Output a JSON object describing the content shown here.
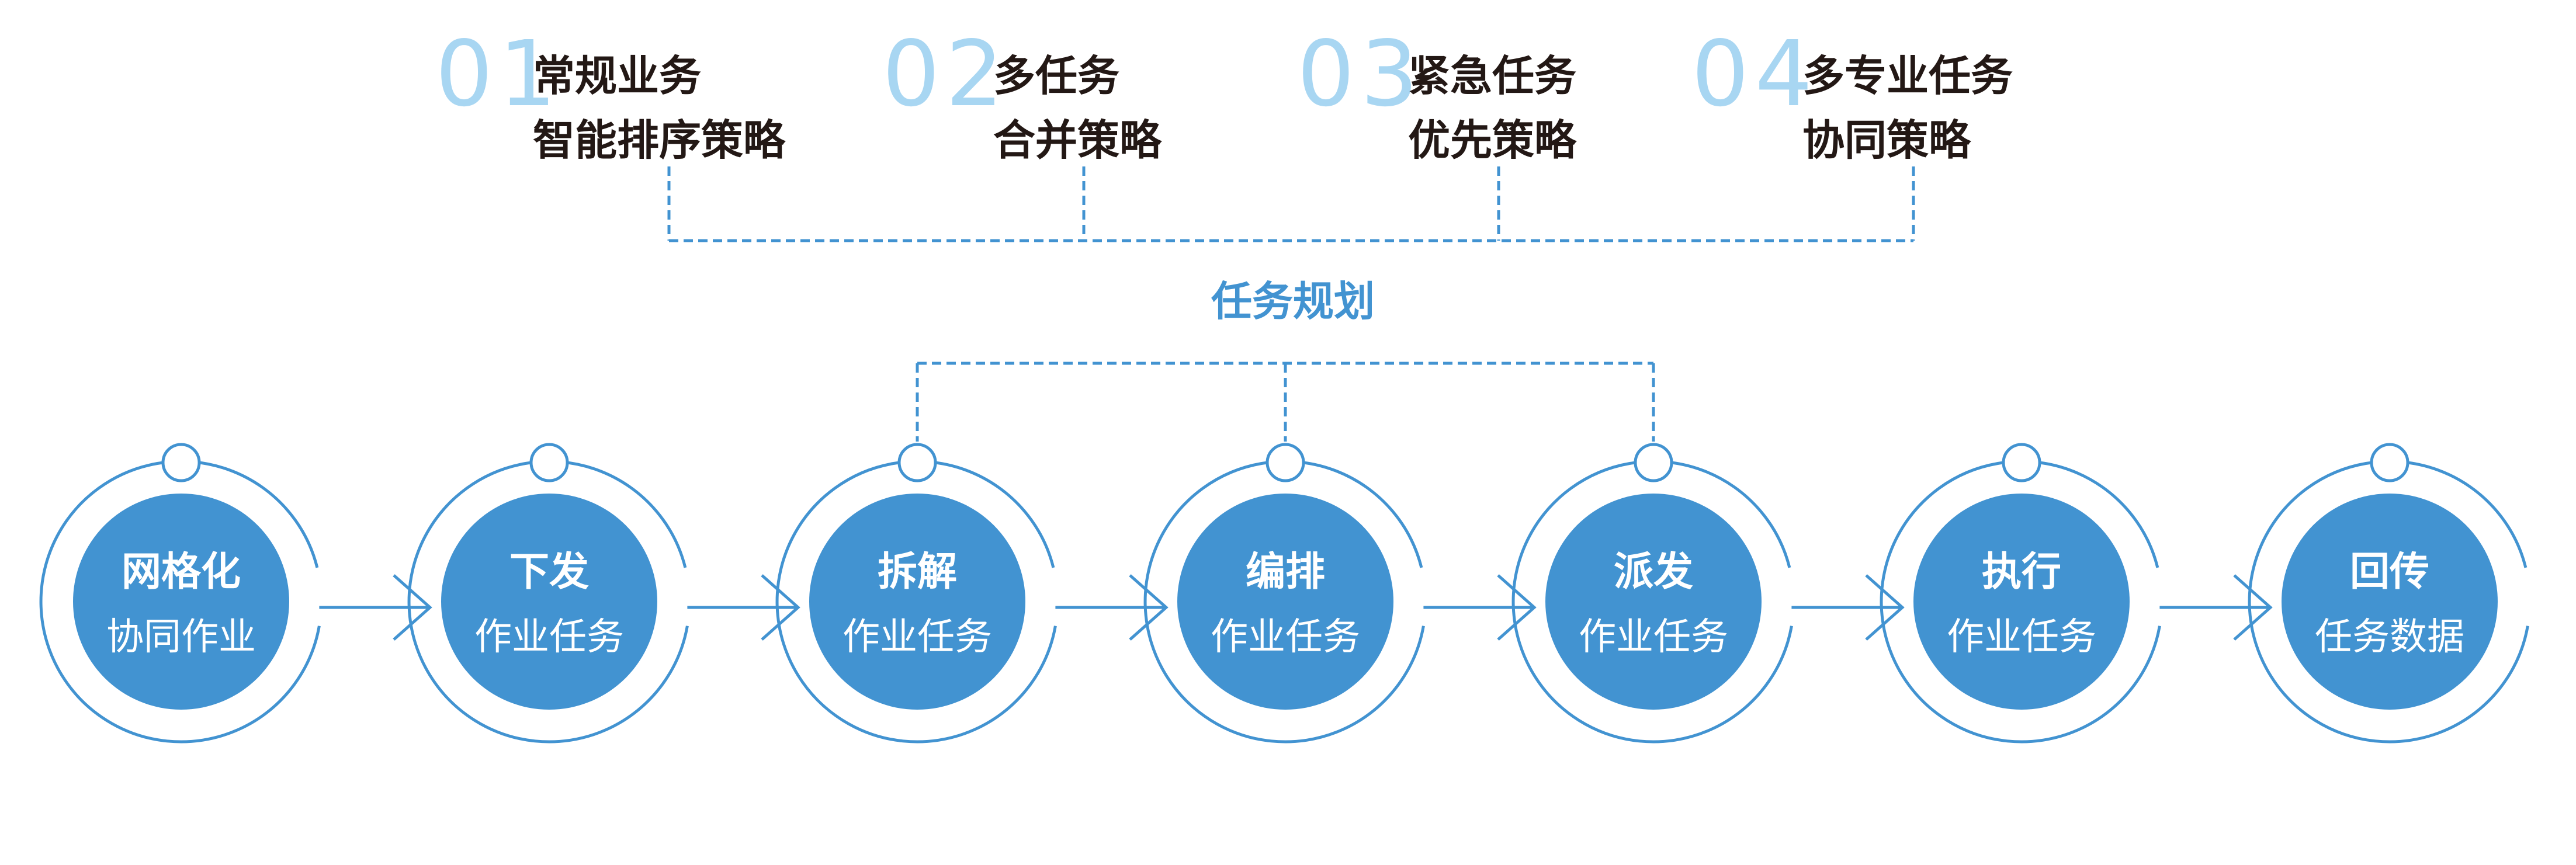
{
  "colors": {
    "primary": "#4293d1",
    "number": "#a8d6f2",
    "text": "#231815",
    "white": "#ffffff",
    "background": "#ffffff"
  },
  "strategies": [
    {
      "num": "01",
      "line1": "常规业务",
      "line2": "智能排序策略"
    },
    {
      "num": "02",
      "line1": "多任务",
      "line2": "合并策略"
    },
    {
      "num": "03",
      "line1": "紧急任务",
      "line2": "优先策略"
    },
    {
      "num": "04",
      "line1": "多专业任务",
      "line2": "协同策略"
    }
  ],
  "planning_label": "任务规划",
  "steps": [
    {
      "title": "网格化",
      "sub": "协同作业",
      "sub_bold": true
    },
    {
      "title": "下发",
      "sub": "作业任务"
    },
    {
      "title": "拆解",
      "sub": "作业任务"
    },
    {
      "title": "编排",
      "sub": "作业任务"
    },
    {
      "title": "派发",
      "sub": "作业任务"
    },
    {
      "title": "执行",
      "sub": "作业任务"
    },
    {
      "title": "回传",
      "sub": "任务数据"
    }
  ]
}
